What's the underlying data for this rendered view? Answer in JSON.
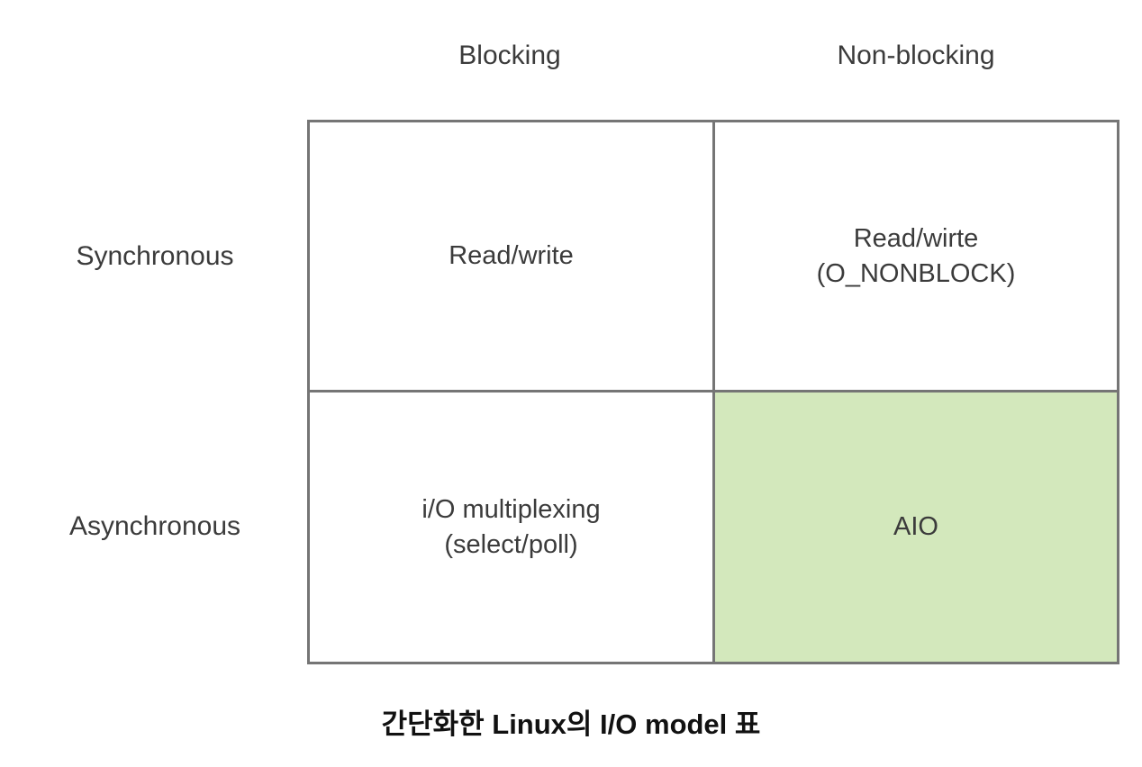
{
  "figure": {
    "caption": "간단화한 Linux의 I/O model 표",
    "colors": {
      "border": "#757575",
      "highlight": "#d3e8bc",
      "text": "#3b3b3b",
      "caption_text": "#111111",
      "background": "#ffffff"
    }
  },
  "matrix": {
    "column_headers": [
      {
        "label": "Blocking"
      },
      {
        "label": "Non-blocking"
      }
    ],
    "row_headers": [
      {
        "label": "Synchronous"
      },
      {
        "label": "Asynchronous"
      }
    ],
    "cells": [
      {
        "row": "Synchronous",
        "column": "Blocking",
        "lines": [
          "Read/write"
        ],
        "highlighted": false
      },
      {
        "row": "Synchronous",
        "column": "Non-blocking",
        "lines": [
          "Read/wirte",
          "(O_NONBLOCK)"
        ],
        "highlighted": false
      },
      {
        "row": "Asynchronous",
        "column": "Blocking",
        "lines": [
          "i/O multiplexing",
          "(select/poll)"
        ],
        "highlighted": false
      },
      {
        "row": "Asynchronous",
        "column": "Non-blocking",
        "lines": [
          "AIO"
        ],
        "highlighted": true
      }
    ]
  }
}
